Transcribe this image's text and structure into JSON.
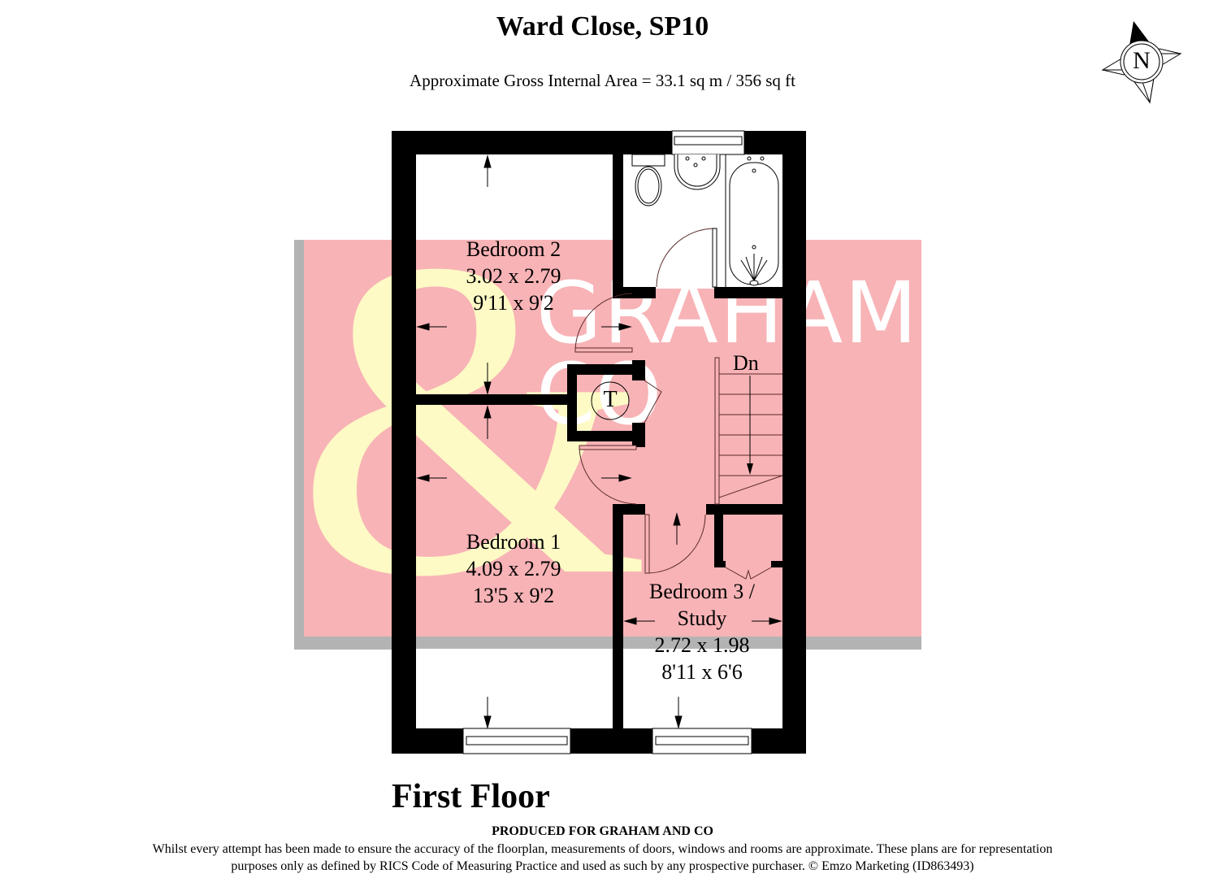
{
  "header": {
    "title": "Ward Close, SP10",
    "area": "Approximate Gross Internal Area = 33.1 sq m / 356 sq ft"
  },
  "compass": {
    "icon": "north-compass-icon",
    "letter": "N"
  },
  "watermark": {
    "text_line1": "GRAHAM",
    "text_line2": "CO",
    "ampersand": "&",
    "colors": {
      "background": "#f8b3b6",
      "ampersand": "#fdfac5",
      "text": "#ffffff",
      "shadow": "#b3b3b3"
    }
  },
  "floorplan": {
    "wall_color": "#000000",
    "rooms": [
      {
        "name": "Bedroom 2",
        "metric": "3.02 x 2.79",
        "imperial": "9'11 x 9'2"
      },
      {
        "name": "Bedroom 1",
        "metric": "4.09 x 2.79",
        "imperial": "13'5 x 9'2"
      },
      {
        "name_line1": "Bedroom 3 /",
        "name_line2": "Study",
        "metric": "2.72 x 1.98",
        "imperial": "8'11 x 6'6"
      }
    ],
    "stairs_label": "Dn",
    "tank_label": "T"
  },
  "footer": {
    "floor_label": "First Floor",
    "produced_for": "PRODUCED FOR GRAHAM AND CO",
    "disclaimer_line1": "Whilst every attempt has been made to ensure the accuracy of the floorplan, measurements of doors, windows and rooms are approximate. These plans are for representation",
    "disclaimer_line2": "purposes only as defined by RICS Code of Measuring Practice and used as such by any prospective purchaser. © Emzo Marketing (ID863493)"
  }
}
